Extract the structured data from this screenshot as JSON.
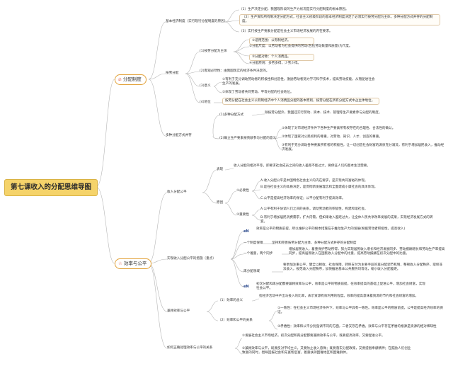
{
  "root": "第七课收入的分配思维导图",
  "branch_dist": {
    "icon": "flame-icon",
    "label": "分配制度",
    "basic": {
      "label": "基本经济制度（实行现行分配制度的原因）",
      "items": [
        "（1）生产决定分配，我国现阶段的生产力状况是实行分配制度的根本原因。",
        "（2）生产资料所有制决定分配方式，社会主义初级阶段的基本经济制度决定了必须实行按劳分配为主体，多种分配方式并存的分配制度。",
        "（3）实行按生产要素分配是社会主义市场经济发展的内在要求。"
      ]
    },
    "labor": {
      "label": "按劳分配",
      "subject": {
        "label": "(1)按劳分配为主体",
        "items": [
          "①适用范围：公有制经济。",
          "②分配尺度：以劳动者为社会提供的劳动(包括劳动数量和质量)为尺度。",
          "③分配对象：个人消费品。",
          "④分配原则：多劳多得，少劳少得。"
        ]
      },
      "necessity": "(2)客观必然性：由我国现实的经济条件决定的。",
      "significance": {
        "label": "(3)意义",
        "items": [
          "①有利于充分调动劳动者的积极性和创造性，激励劳动者努力学习科学技术，提高劳动技能，从而促进社会生产的发展。",
          "②体现了劳动者共同劳动、平等分配的社会地位。"
        ]
      },
      "status": {
        "label": "(4)地位",
        "text": "按劳分配在社会主义公有制经济中个人消费品分配的基本原则，按劳分配在所有分配方式中占主体地位。"
      }
    },
    "multi": {
      "label": "多种分配方式并存",
      "forms": {
        "label": "(1)多种分配方式",
        "text": "除按劳分配外，我国还实行劳动、资本、技术、管理等生产要素参与分配的制度。"
      },
      "factor": {
        "label": "(2)确立生产要素按贡献参与分配的意义",
        "items": [
          "①体现了对市场经济条件下各种生产要素所有权存在的合理性、合法性的确认。",
          "②体现了国家对公民权利的尊重，对劳动、知识、人才、创造的尊重。",
          "③有利于充分调动各种要素所有者的积极性，让一切创造社会财富的源泉充分涌流，有利于增加居民收入，推动经济发展。"
        ]
      }
    }
  },
  "branch_eff": {
    "icon": "star-icon",
    "label": "效率与公平",
    "fair": {
      "label": "收入分配公平",
      "meaning": {
        "label": "表现",
        "text": "收入分配的相对平等，即要求社会成员之间的收入差距不能过大，要保证人们的基本生活需要。"
      },
      "reason": {
        "label": "原因",
        "need": {
          "label": "①必要性",
          "items": [
            "A.收入分配公平是中国特色社会主义的内在要求，是实现共同富裕的体现。",
            "B.是在社会主义的本质决定，是贯彻新发展理念和全面建成小康社会的具体体现。",
            "C.公平是提高经济效率的保证；公平分配有利于提高效率。"
          ]
        },
        "importance": {
          "label": "②重要性",
          "items": [
            "A.公平有利于协调人们之间的关系，调动劳动者的积极性，构建和谐社会。",
            "B.有利于增加居民消费需求，扩大内需，但如果收入差距过大，让全体人民共享改革发展的成果，实现经济发展方式的转变。"
          ]
        }
      }
    },
    "measures": {
      "label": "实现收入分配公平的措施（重点）",
      "items": [
        {
          "mark": "eN",
          "text": "效率是公平的物质前提，所以维护公平的根本措施在于推动生产力的发展(根据劳动者积极性，提高收入)"
        },
        {
          "mark": "",
          "label": "一个制度保障",
          "text": "坚持和完善按劳分配为主体、多种分配方式并存的分配制度"
        },
        {
          "mark": "",
          "label": "一个着重，两个同步",
          "text": "增加居民收入，着重保护劳动所得，努力实现居民收入增长和经济发展同步、劳动报酬增长和劳动生产率提高同步，提高居民收入在国民收入分配中的比重，提高劳动报酬在初次分配中的比重。"
        },
        {
          "mark": "",
          "label": "再分配领域",
          "text": "要更加注重公平，健全以税收、社会保障、转移支付为主要手段的再分配调节机制，整顿收入分配秩序，取缔非法收入，规范收入分配秩序，加快推进基本公共服务均等化，缩小收入分配差距。"
        },
        {
          "mark": "eN",
          "text": "初次分配和再分配都要兼顾效率与公平，效率是公平的物质前提，在效率提高的基础上促进公平，增加社会财富，实现社会公平。"
        }
      ]
    },
    "balance": {
      "label": "兼顾效率与公平",
      "meaning": {
        "label": "（1）效率的含义",
        "text": "指经济活动中产出与投入的比率，表示资源有效利用的程度。效率的提高意味着资源的节约和社会财富的增加。"
      },
      "relation": {
        "label": "（2）效率和公平的关系",
        "items": [
          "①一致性：在社会主义市场经济条件下，效率与公平具有一致性。效率是公平的物质前提，公平是提高经济效率的保证。",
          "②矛盾性：效率和公平分别强调不同的方面，二者又存在矛盾。效率与公平存在矛盾的根源是资源的相对稀缺性"
        ]
      }
    },
    "handle": {
      "label": "如何正确处理效率与公平的关系",
      "items": [
        "①发展社会主义市场经济，初次分配和再分配都要兼顾效率与公平，既要提高效率，又要促进公平。",
        "②兼顾效率与公平，既要反对平均主义，又要防止收入悬殊；既要落实分配政策，又要提倡奉献精神；在鼓励人们创业致富的同时，倡导回报社会和先富帮后富，着重扶持困难地区和困难群体。"
      ]
    }
  },
  "colors": {
    "link": "#b6b6b6",
    "accent": "#e2a23a",
    "root": "#f5d36a",
    "icon": "#e0402f"
  }
}
